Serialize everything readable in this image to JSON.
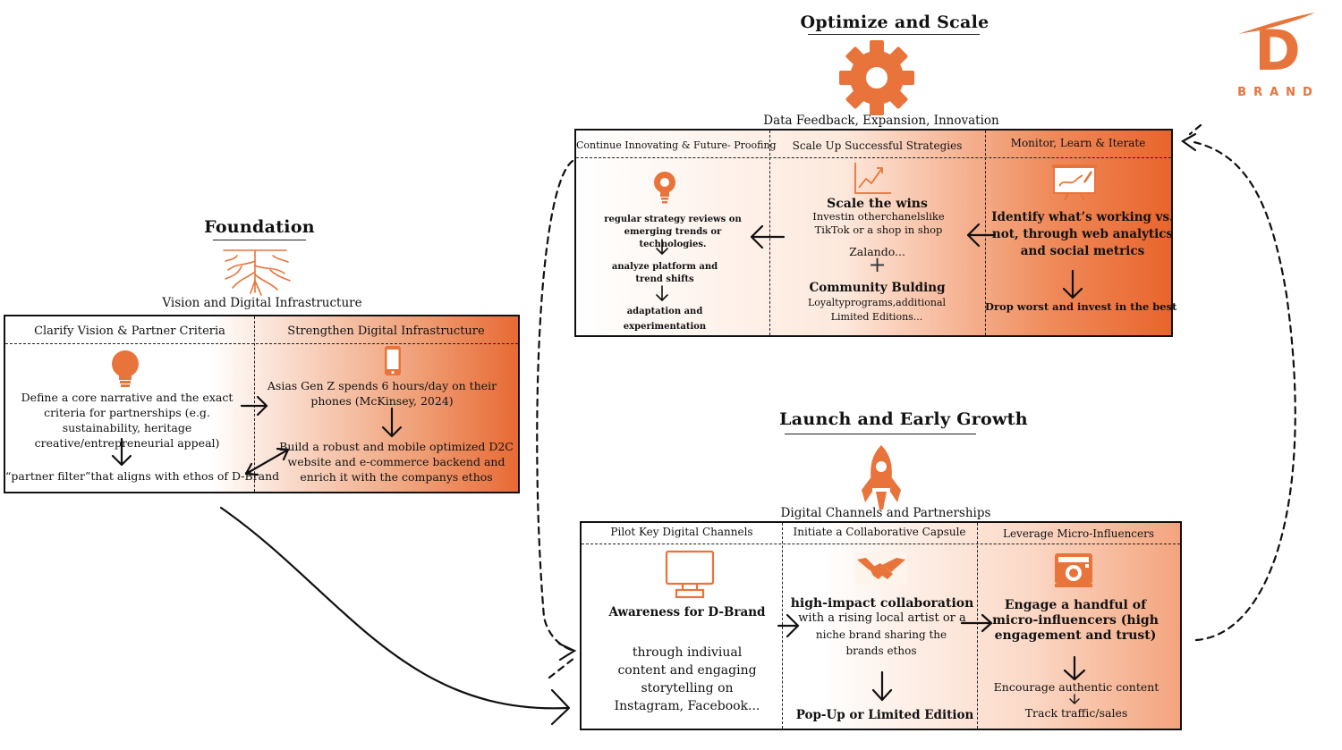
{
  "brand": {
    "letter": "D",
    "word": "BRAND",
    "color": "#e8743b"
  },
  "accent": "#e8743b",
  "foundation": {
    "title": "Foundation",
    "subtitle": "Vision and Digital Infrastructure",
    "col1": {
      "header": "Clarify Vision & Partner Criteria",
      "text": "Define a core narrative and the exact criteria for partnerships (e.g. sustainability, heritage creative/entrepreneurial appeal)",
      "result": "“partner filter”that aligns with ethos of D-Brand"
    },
    "col2": {
      "header": "Strengthen Digital Infrastructure",
      "text": "Asias Gen Z spends 6 hours/day on their phones (McKinsey, 2024)",
      "result": "Build a robust and mobile optimized D2C website and e-commerce backend and enrich it with the companys ethos"
    }
  },
  "optimize": {
    "title": "Optimize and Scale",
    "subtitle": "Data Feedback, Expansion, Innovation",
    "col1": {
      "header": "Continue Innovating & Future- Proofing",
      "step1": "regular strategy reviews on emerging trends or technologies.",
      "step2": "analyze platform and trend shifts",
      "step3": "adaptation and experimentation"
    },
    "col2": {
      "header": "Scale Up Successful Strategies",
      "title": "Scale the wins",
      "text": "Investin otherchanelslike TikTok or a shop in shop",
      "text2": "Zalando...",
      "plus": "+",
      "title2": "Community Bulding",
      "text3": "Loyaltyprograms,additional Limited Editions..."
    },
    "col3": {
      "header": "Monitor, Learn & Iterate",
      "text": "Identify what’s working vs. not, through web analytics and social metrics",
      "result": "Drop worst and invest in the best"
    }
  },
  "launch": {
    "title": "Launch and Early Growth",
    "subtitle": "Digital Channels and Partnerships",
    "col1": {
      "header": "Pilot Key Digital Channels",
      "title": "Awareness for D-Brand",
      "text": "through indiviual content and engaging storytelling on Instagram, Facebook..."
    },
    "col2": {
      "header": "Initiate a Collaborative Capsule",
      "title": "high-impact collaboration",
      "text": "with a rising local artist or a",
      "text2": "niche brand sharing the brands ethos",
      "result": "Pop-Up or Limited Edition"
    },
    "col3": {
      "header": "Leverage Micro-Influencers",
      "title": "Engage a handful of micro-influencers (high engagement and trust)",
      "step1": "Encourage authentic content",
      "step2": "Track traffic/sales"
    }
  }
}
